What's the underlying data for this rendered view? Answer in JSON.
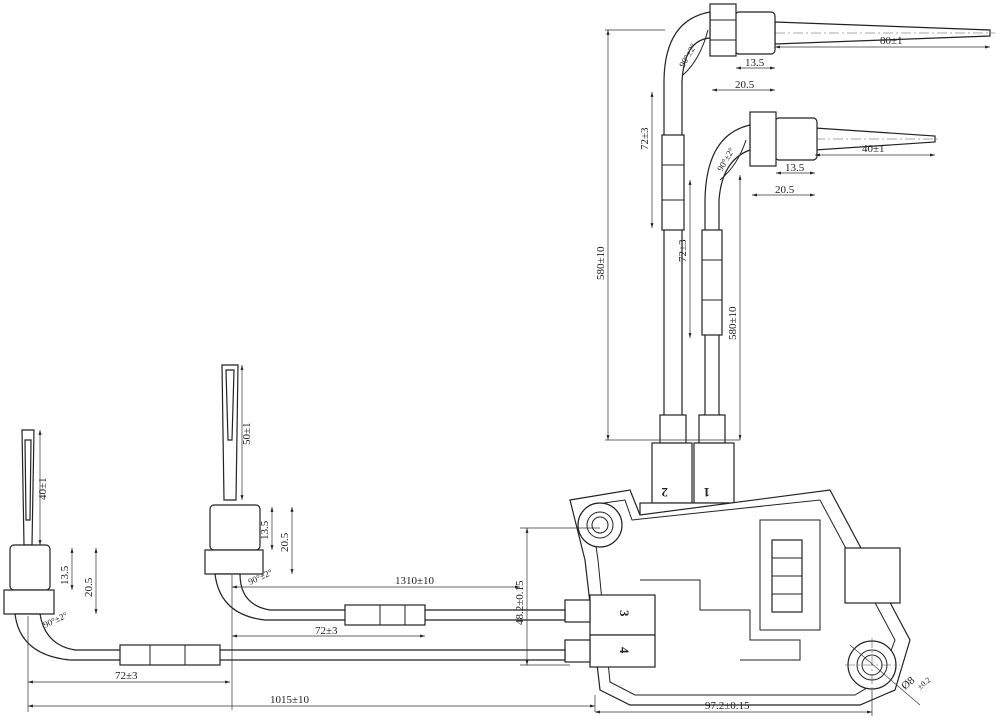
{
  "drawing": {
    "sensor_top": {
      "probe_len": "80±1",
      "nut_a": "13.5",
      "nut_b": "20.5",
      "tube_seg": "72±3",
      "cable_len": "580±10",
      "angle": "90°±2°"
    },
    "sensor_second": {
      "probe_len": "40±1",
      "nut_a": "13.5",
      "nut_b": "20.5",
      "tube_seg": "72±3",
      "cable_len": "580±10",
      "angle": "90°±2°"
    },
    "sensor_left_mid": {
      "probe_len": "50±1",
      "nut_a": "13.5",
      "nut_b": "20.5",
      "tube_seg": "72±3",
      "cable_len": "1310±10",
      "angle": "90°±2°"
    },
    "sensor_far_left": {
      "probe_len": "40±1",
      "nut_a": "13.5",
      "nut_b": "20.5",
      "tube_seg": "72±3",
      "cable_len": "1015±10",
      "angle": "90°±2°"
    },
    "module": {
      "height": "48.2±0.15",
      "width": "97.2±0.15",
      "hole": "Ø8",
      "hole_tol": "±0.2"
    },
    "port_labels": [
      "2",
      "1",
      "3",
      "4"
    ]
  }
}
